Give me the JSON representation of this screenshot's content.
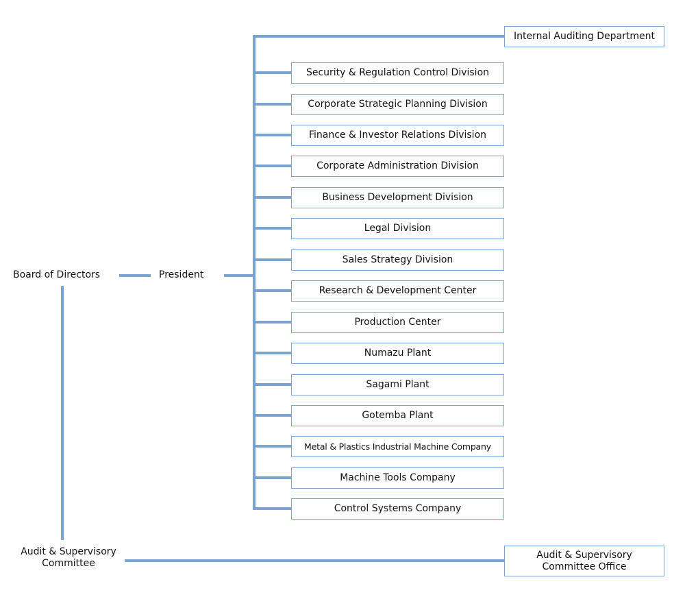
{
  "board": "Board of Directors",
  "president": "President",
  "internal_audit": "Internal Auditing Department",
  "divisions": [
    "Security & Regulation Control Division",
    "Corporate Strategic Planning Division",
    "Finance & Investor Relations Division",
    "Corporate Administration Division",
    "Business Development Division",
    "Legal Division",
    "Sales Strategy Division",
    "Research & Development Center",
    "Production Center",
    "Numazu Plant",
    "Sagami Plant",
    "Gotemba Plant",
    "Metal & Plastics Industrial Machine Company",
    "Machine Tools Company",
    "Control Systems Company"
  ],
  "audit_committee": {
    "line1": "Audit & Supervisory",
    "line2": "Committee"
  },
  "audit_office": {
    "line1": "Audit & Supervisory",
    "line2": "Committee Office"
  },
  "colors": {
    "connector": "#7aa3d4",
    "box_border": "#7aa3d4",
    "text": "#111111"
  }
}
